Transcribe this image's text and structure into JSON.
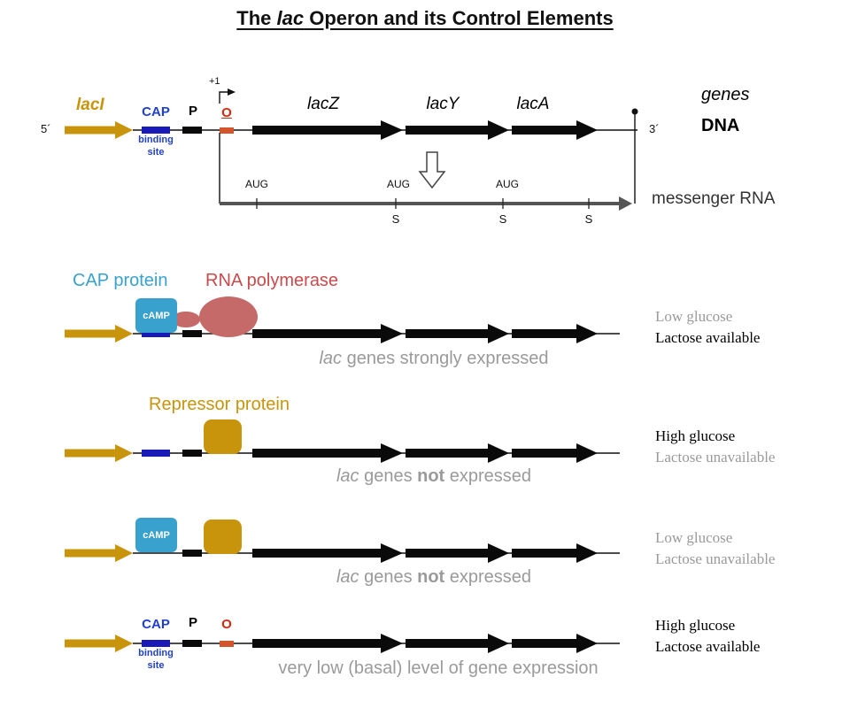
{
  "colors": {
    "gold": "#C8940B",
    "cap-text": "#1E3FD0",
    "cap-site": "#1A1AB8",
    "cyan": "#38A1CE",
    "rose": "#C56A68",
    "rose-label": "#CB4A4C",
    "o-text": "#CC2B12",
    "o-rect": "#D2552B",
    "muted": "#9A9A9A",
    "mrna-gray": "#555555"
  },
  "title": {
    "pre": "The ",
    "italic": "lac",
    "post": " Operon and its Control Elements"
  },
  "map": {
    "five_prime": "5´",
    "three_prime": "3´",
    "laci_label": "lacI",
    "cap_label": "CAP",
    "binding": "binding",
    "site": "site",
    "promoter_label": "P",
    "operator_label": "O",
    "plus_one": "+1",
    "lacz_label": "lacZ",
    "lacy_label": "lacY",
    "laca_label": "lacA",
    "genes_label": "genes",
    "dna_label": "DNA",
    "mrna_label": "messenger RNA",
    "aug1": "AUG",
    "aug2": "AUG",
    "aug3": "AUG",
    "s1": "S",
    "s2": "S",
    "s3": "S"
  },
  "scenario1": {
    "cap_protein_label": "CAP protein",
    "rna_polymerase_label": "RNA polymerase",
    "camp_label": "cAMP",
    "caption": {
      "italic": "lac",
      "rest": " genes strongly expressed"
    },
    "glucose": "Low glucose",
    "lactose": "Lactose available"
  },
  "scenario2": {
    "repressor_label": "Repressor protein",
    "caption": {
      "italic": "lac",
      "mid": " genes ",
      "bold": "not",
      "end": " expressed"
    },
    "glucose": "High glucose",
    "lactose": "Lactose unavailable"
  },
  "scenario3": {
    "camp_label": "cAMP",
    "caption": {
      "italic": "lac",
      "mid": " genes ",
      "bold": "not",
      "end": " expressed"
    },
    "glucose": "Low glucose",
    "lactose": "Lactose unavailable"
  },
  "scenario4": {
    "cap_label": "CAP",
    "binding": "binding",
    "site": "site",
    "promoter_label": "P",
    "operator_label": "O",
    "caption": "very low (basal) level of gene expression",
    "glucose": "High glucose",
    "lactose": "Lactose available"
  }
}
